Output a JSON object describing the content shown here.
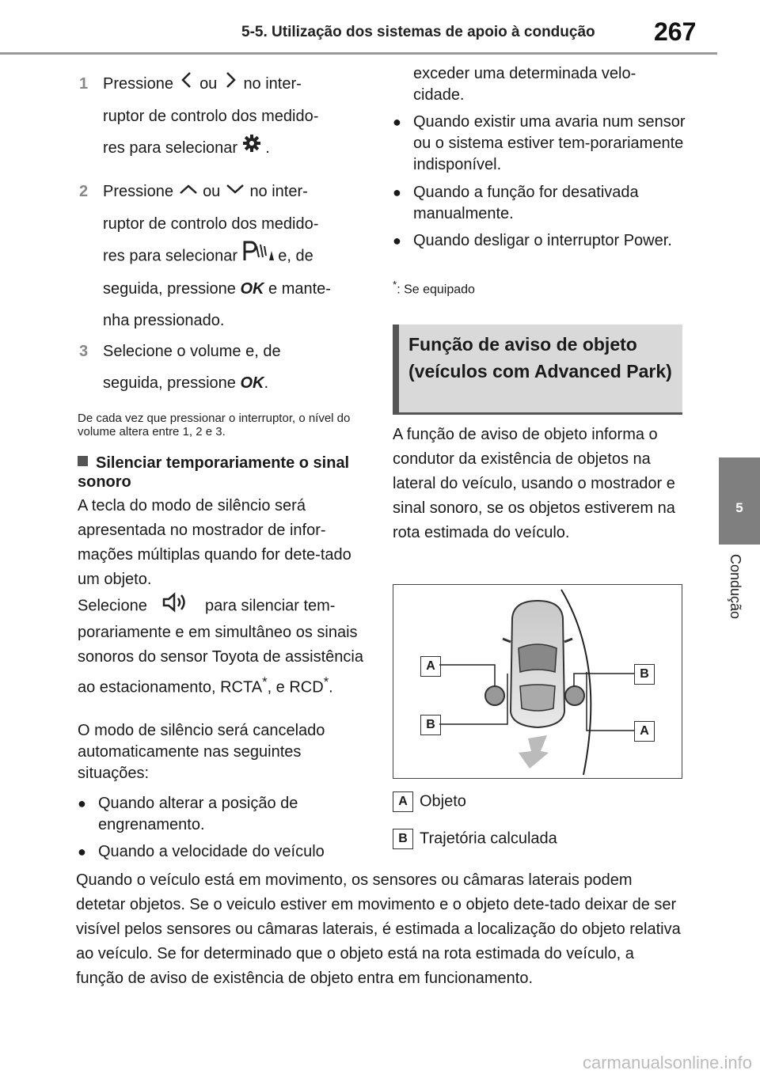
{
  "header": {
    "title": "5-5. Utilização dos sistemas de apoio à condução",
    "page_number": "267"
  },
  "side_tab": {
    "number": "5",
    "label": "Condução"
  },
  "steps": [
    {
      "num": "1",
      "l1a": "Pressione",
      "l1b": "ou",
      "l1c": "no inter-",
      "l2": "ruptor de controlo dos medido-",
      "l3a": "res para selecionar",
      "l3b": "."
    },
    {
      "num": "2",
      "l1a": "Pressione",
      "l1b": "ou",
      "l1c": "no inter-",
      "l2": "ruptor de controlo dos medido-",
      "l3a": "res para selecionar",
      "l3b": "e, de",
      "l4a": "seguida, pressione",
      "l4b": "e mante-",
      "l5": "nha pressionado."
    },
    {
      "num": "3",
      "l1": "Selecione o volume e, de",
      "l2a": "seguida, pressione",
      "l2b": "."
    }
  ],
  "note": "De cada vez que pressionar o interruptor, o nível do volume altera entre 1, 2 e 3.",
  "subheading": "Silenciar temporariamente o sinal sonoro",
  "para1": "A tecla do modo de silêncio será apresentada no mostrador de infor-mações múltiplas quando for dete-tado um objeto.",
  "para2a": "Selecione",
  "para2b": "para silenciar tem-porariamente e em simultâneo os sinais sonoros do sensor Toyota de assistência ao estacionamento, RCTA",
  "para2c": ", e RCD",
  "para2d": ".",
  "para3": "O modo de silêncio será cancelado automaticamente nas seguintes situações:",
  "bullets_left": [
    "Quando alterar a posição de engrenamento.",
    "Quando a velocidade do veículo"
  ],
  "cont_right": "exceder uma determinada velo-cidade.",
  "bullets_right": [
    "Quando existir uma avaria num sensor ou o sistema estiver tem-porariamente indisponível.",
    "Quando a função for desativada manualmente.",
    "Quando desligar o interruptor Power."
  ],
  "footnote": {
    "mark": "*",
    "text": ": Se equipado"
  },
  "section_title": "Função de aviso de objeto (veículos com Advanced Park)",
  "section_para": "A função de aviso de objeto informa o condutor da existência de objetos na lateral do veículo, usando o mostrador e sinal sonoro, se os objetos estiverem na rota estimada do veículo.",
  "diagram": {
    "labels": [
      "A",
      "B",
      "B",
      "A"
    ]
  },
  "legend": [
    {
      "key": "A",
      "text": "Objeto"
    },
    {
      "key": "B",
      "text": "Trajetória calculada"
    }
  ],
  "icons": {
    "ok": "OK"
  },
  "bottom_para": "Quando o veículo está em movimento, os sensores ou câmaras laterais podem detetar objetos. Se o veiculo estiver em movimento e o objeto dete-tado deixar de ser visível pelos sensores ou câmaras laterais, é estimada a localização do objeto relativa ao veículo. Se for determinado que o objeto está na rota estimada do veículo, a função de aviso de existência de objeto entra em funcionamento.",
  "watermark": "carmanualsonline.info"
}
